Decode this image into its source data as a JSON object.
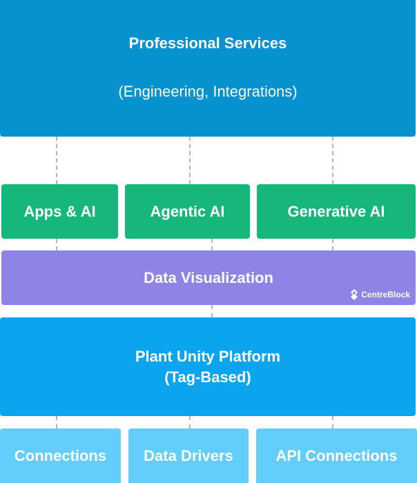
{
  "professional_services": {
    "title": "Professional Services",
    "subtitle": "(Engineering, Integrations)"
  },
  "ai_layer": [
    {
      "label": "Apps & AI"
    },
    {
      "label": "Agentic AI"
    },
    {
      "label": "Generative AI"
    }
  ],
  "data_visualization": {
    "label": "Data Visualization",
    "brand": "CentreBlock"
  },
  "platform": {
    "line1": "Plant Unity Platform",
    "line2": "(Tag-Based)"
  },
  "connectivity": [
    {
      "label": "Connections"
    },
    {
      "label": "Data Drivers"
    },
    {
      "label": "API Connections"
    }
  ],
  "colors": {
    "professional_services": "#0592cf",
    "ai_layer": "#17b67a",
    "data_visualization": "#8e84e5",
    "platform": "#0aa5ee",
    "connectivity": "#63cdfb",
    "connector": "#b5b5b5"
  }
}
